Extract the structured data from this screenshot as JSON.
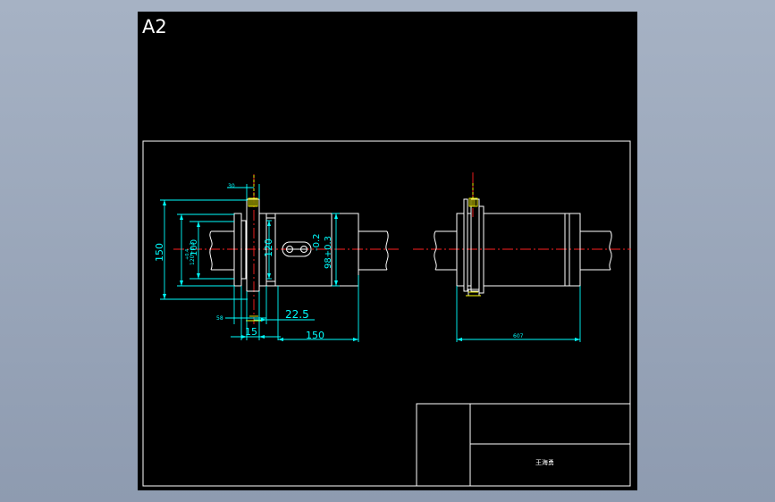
{
  "sheet": {
    "size_label": "A2"
  },
  "title_block": {
    "designer": "王海勇"
  },
  "dimensions": {
    "d_30": "30",
    "d_150_v": "150",
    "d_tol_upper": "+0.4",
    "d_120_tol": "120+0.3",
    "d_100": "100",
    "d_120": "120",
    "d_neg02": "-0.2",
    "d_98": "98+0.3",
    "d_58": "58",
    "d_225": "22.5",
    "d_15": "15",
    "d_150_h": "150",
    "d_607": "607"
  },
  "colors": {
    "background": "#000000",
    "outline": "#ffffff",
    "dimension": "#00ffff",
    "centerline": "#ff2020",
    "hidden": "#ffff00",
    "app_backdrop": "#9aa6b8"
  }
}
